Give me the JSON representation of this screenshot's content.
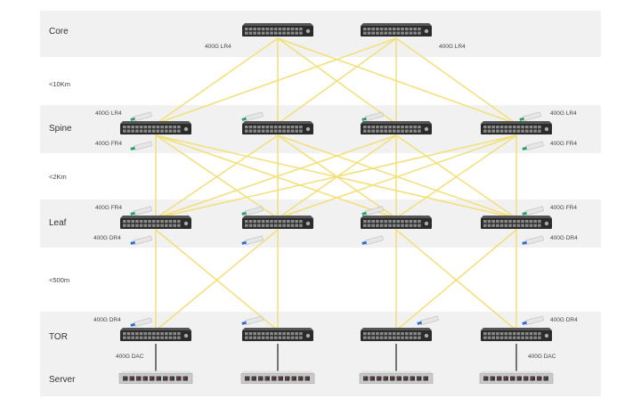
{
  "tiers": {
    "core": "Core",
    "spine": "Spine",
    "leaf": "Leaf",
    "tor": "TOR",
    "server": "Server"
  },
  "distances": {
    "core_spine": "<10Km",
    "spine_leaf": "<2Km",
    "leaf_tor": "<500m"
  },
  "transceivers": {
    "core_left": "400G LR4",
    "core_right": "400G LR4",
    "spine_left_top": "400G LR4",
    "spine_right_top": "400G LR4",
    "spine_left_bottom": "400G FR4",
    "spine_right_bottom": "400G FR4",
    "leaf_left_top": "400G FR4",
    "leaf_right_top": "400G FR4",
    "leaf_left_bottom": "400G DR4",
    "leaf_right_bottom": "400G DR4",
    "tor_left": "400G DR4",
    "tor_right": "400G DR4",
    "dac_left": "400G DAC",
    "dac_right": "400G DAC"
  },
  "colors": {
    "band": "#f1f1f1",
    "fiber": "#f3df78",
    "switch": "#2b2b2b",
    "server": "#c9c9c9"
  }
}
